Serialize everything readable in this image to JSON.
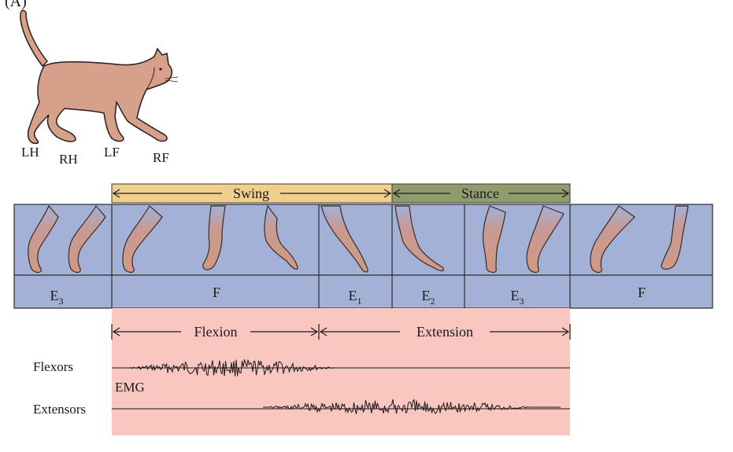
{
  "panel_label": "(A)",
  "cat": {
    "legs": [
      "LH",
      "RH",
      "LF",
      "RF"
    ]
  },
  "phases": {
    "swing": "Swing",
    "stance": "Stance",
    "swing_color": "#f0cf8c",
    "stance_color": "#8f9c6b"
  },
  "steps": [
    {
      "main": "E",
      "sub": "3"
    },
    {
      "main": "F",
      "sub": ""
    },
    {
      "main": "E",
      "sub": "1"
    },
    {
      "main": "E",
      "sub": "2"
    },
    {
      "main": "E",
      "sub": "3"
    },
    {
      "main": "F",
      "sub": ""
    }
  ],
  "emg": {
    "flexion": "Flexion",
    "extension": "Extension",
    "flexors": "Flexors",
    "extensors": "Extensors",
    "emg": "EMG"
  },
  "colors": {
    "strip": "#a3b1d6",
    "emg_bg": "#f9c6c0",
    "leg": "#cf9a85",
    "cat": "#d6a08a"
  }
}
